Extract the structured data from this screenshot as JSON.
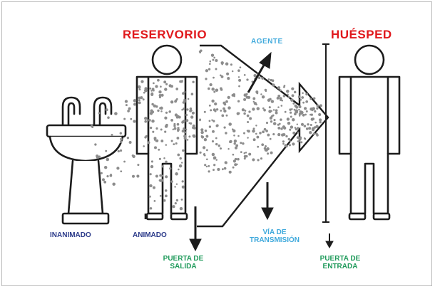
{
  "colors": {
    "red": "#e0181c",
    "blue": "#3fa9dc",
    "navy": "#2c3b8a",
    "green": "#1e9a5a",
    "ink": "#1c1c1c",
    "dot": "#8c8c8c"
  },
  "labels": {
    "reservorio": "RESERVORIO",
    "huesped": "HUÉSPED",
    "agente": "AGENTE",
    "inanimado": "INANIMADO",
    "animado": "ANIMADO",
    "puerta_salida_1": "PUERTA DE",
    "puerta_salida_2": "SALIDA",
    "via_1": "VÍA DE",
    "via_2": "TRANSMISIÓN",
    "puerta_entrada_1": "PUERTA DE",
    "puerta_entrada_2": "ENTRADA"
  },
  "icons": [
    "sink-icon",
    "human-figure-icon",
    "germ-dots-icon",
    "down-arrow-icon",
    "diagonal-arrow-icon",
    "big-right-arrow-icon"
  ]
}
